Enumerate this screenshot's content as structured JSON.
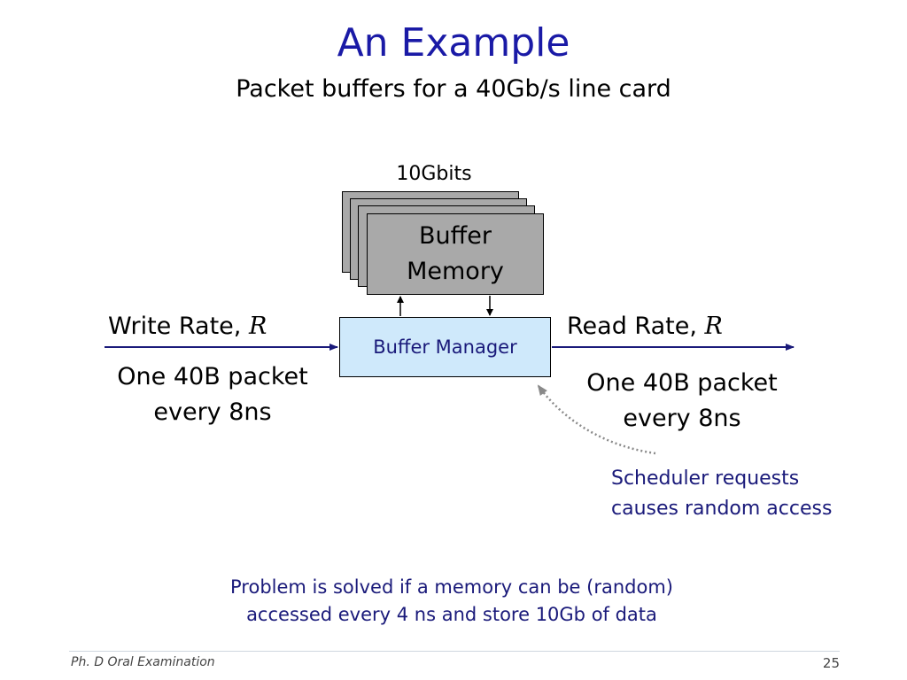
{
  "title": "An Example",
  "subtitle": "Packet buffers for a 40Gb/s line card",
  "memory": {
    "capacity_label": "10Gbits",
    "label_line1": "Buffer",
    "label_line2": "Memory"
  },
  "manager_label": "Buffer Manager",
  "write": {
    "label": "Write Rate, ",
    "symbol": "R",
    "packet_line1": "One 40B packet",
    "packet_line2": "every 8ns"
  },
  "read": {
    "label": "Read Rate, ",
    "symbol": "R",
    "packet_line1": "One 40B packet",
    "packet_line2": "every 8ns"
  },
  "scheduler": {
    "line1": "Scheduler requests",
    "line2": "causes random access"
  },
  "problem": {
    "line1": "Problem is solved if a memory can be (random)",
    "line2": "accessed every 4 ns and store 10Gb of data"
  },
  "footer": {
    "left": "Ph. D Oral Examination",
    "page": "25"
  },
  "colors": {
    "title": "#1a1aa6",
    "memory_fill": "#a9a9a9",
    "manager_fill": "#cfe9fb",
    "arrow": "#1a1a7a",
    "dotted_arrow": "#8a8a8a"
  }
}
